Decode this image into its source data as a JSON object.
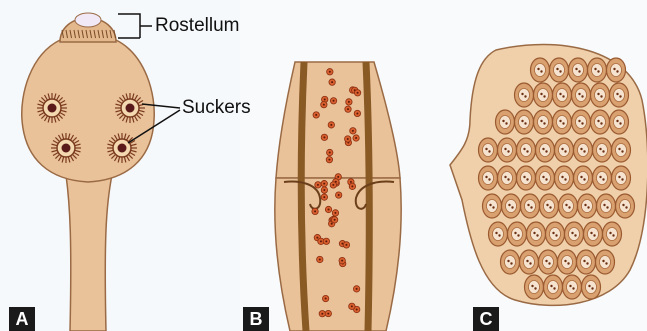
{
  "figure": {
    "panels": [
      {
        "label": "A"
      },
      {
        "label": "B"
      },
      {
        "label": "C"
      }
    ],
    "labels": {
      "rostellum": "Rostellum",
      "suckers": "Suckers"
    },
    "colors": {
      "body_fill": "#e9c29a",
      "body_stroke": "#9a6a45",
      "background_tint": "#f3f8fb",
      "sucker_outer": "#7a3b1f",
      "sucker_inner": "#f3d8b0",
      "egg_fill": "#d9602e",
      "canal": "#8a5a25",
      "cell_fill": "#d9a070"
    }
  }
}
